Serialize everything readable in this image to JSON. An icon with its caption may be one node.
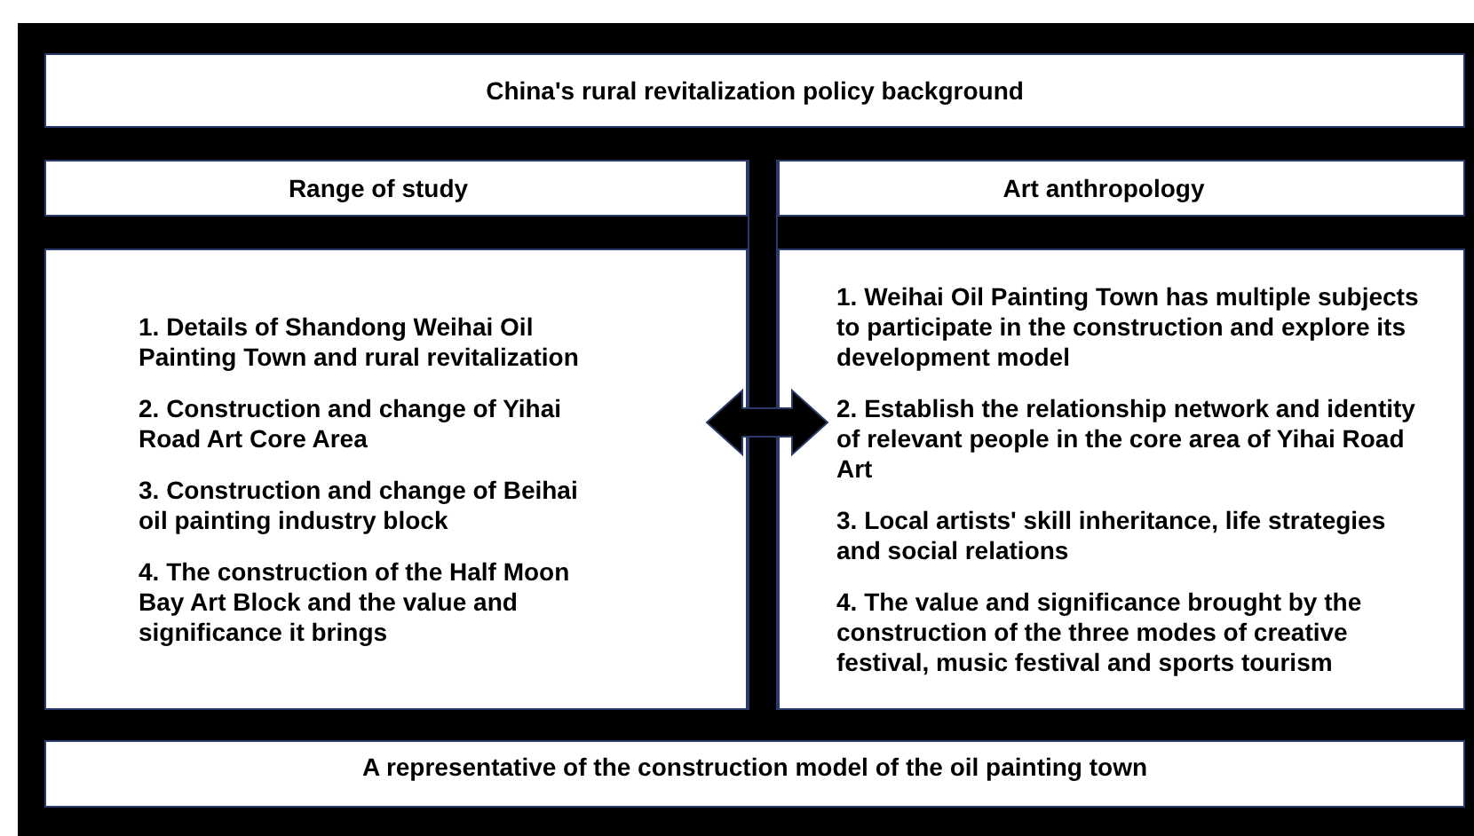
{
  "diagram": {
    "nodes": [
      {
        "text": [
          "China's rural revitalization policy background"
        ]
      },
      {
        "text": [
          "Range of study"
        ]
      },
      {
        "text": [
          "Art anthropology"
        ]
      },
      {
        "text": [
          "1. Details of Shandong Weihai Oil Painting Town and rural revitalization",
          "2. Construction and change of Yihai Road Art Core Area",
          "3. Construction and change of Beihai oil painting industry block",
          "4. The construction of the Half Moon Bay Art Block and the value and significance it brings"
        ]
      },
      {
        "text": [
          "1. Weihai Oil Painting Town has multiple subjects to participate in the construction and explore its development model",
          "2. Establish the relationship network and identity of relevant people in the core area of Yihai Road Art",
          "3. Local artists' skill inheritance, life strategies and social relations",
          "4. The value and significance brought by the construction of the three modes of creative festival, music festival and sports tourism"
        ]
      },
      {
        "text": [
          "A representative of the construction model of the oil painting town"
        ]
      }
    ],
    "edges": [
      {
        "from": 3,
        "to": 4,
        "arrow": "both"
      }
    ]
  }
}
